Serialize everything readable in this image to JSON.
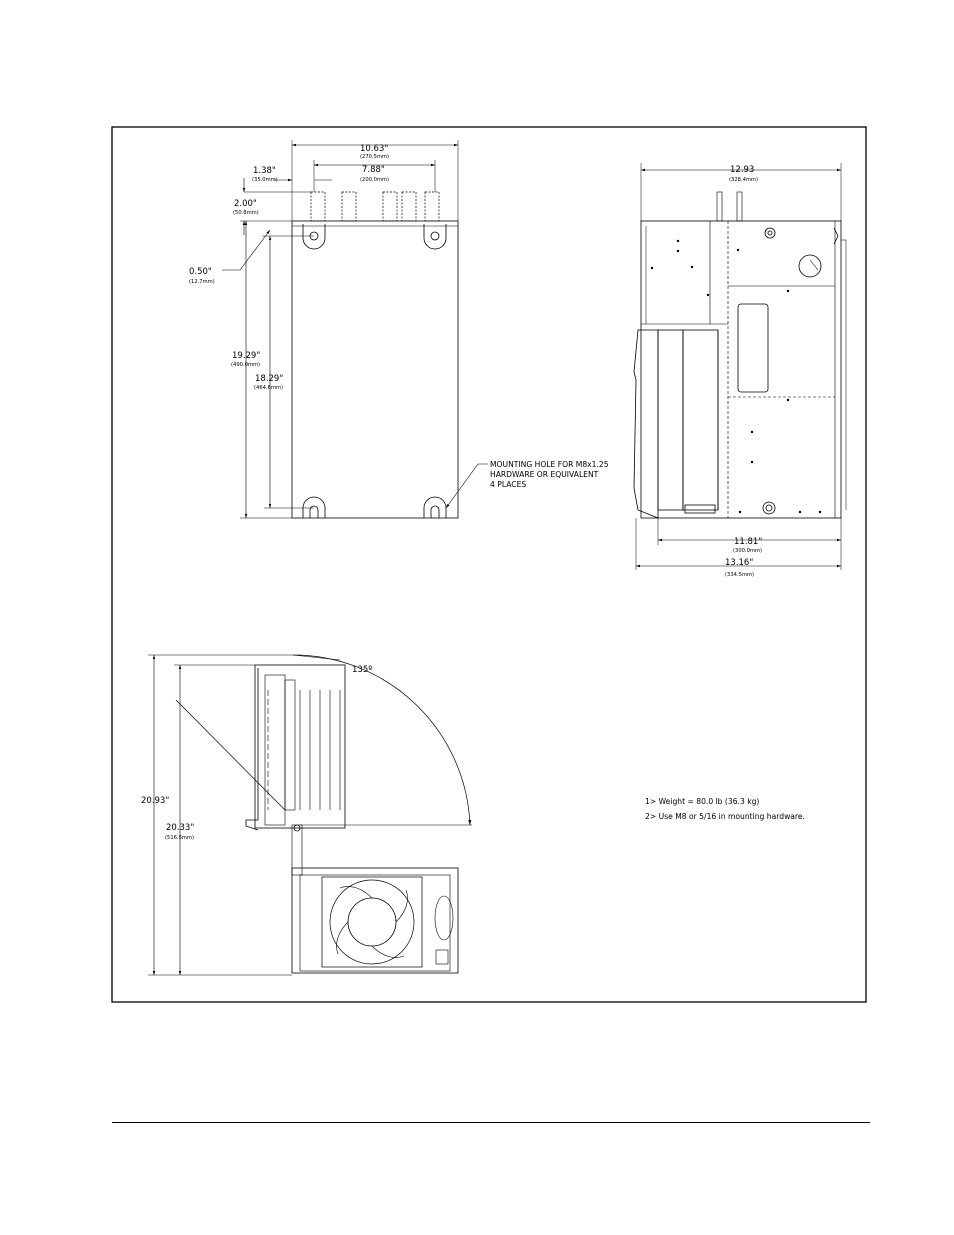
{
  "front_view": {
    "dim_width": {
      "value": "10.63\"",
      "metric": "(270.5mm)"
    },
    "dim_hole_spacing": {
      "value": "7.88\"",
      "metric": "(200.0mm)"
    },
    "dim_hole_offset_x": {
      "value": "1.38\"",
      "metric": "(35.0mm)"
    },
    "dim_top_offset": {
      "value": "2.00\"",
      "metric": "(50.8mm)"
    },
    "dim_hole_offset_y": {
      "value": "0.50\"",
      "metric": "(12.7mm)"
    },
    "dim_height_overall": {
      "value": "19.29\"",
      "metric": "(490.0mm)"
    },
    "dim_hole_spacing_vertical": {
      "value": "18.29\"",
      "metric": "(464.6mm)"
    },
    "mounting_note": [
      "MOUNTING HOLE FOR M8x1.25",
      "HARDWARE OR EQUIVALENT",
      "4 PLACES"
    ]
  },
  "side_view": {
    "dim_depth_top": {
      "value": "12.93",
      "metric": "(328.4mm)"
    },
    "dim_depth_mount": {
      "value": "11.81\"",
      "metric": "(300.0mm)"
    },
    "dim_depth_overall": {
      "value": "13.16\"",
      "metric": "(334.5mm)"
    }
  },
  "door_view": {
    "angle": "135º",
    "dim_height_open": {
      "value": "20.93\""
    },
    "dim_height_closed": {
      "value": "20.33\"",
      "metric": "(516.5mm)"
    }
  },
  "notes": [
    "1> Weight = 80.0 lb (36.3 kg)",
    "2> Use M8 or 5/16 in mounting hardware."
  ]
}
